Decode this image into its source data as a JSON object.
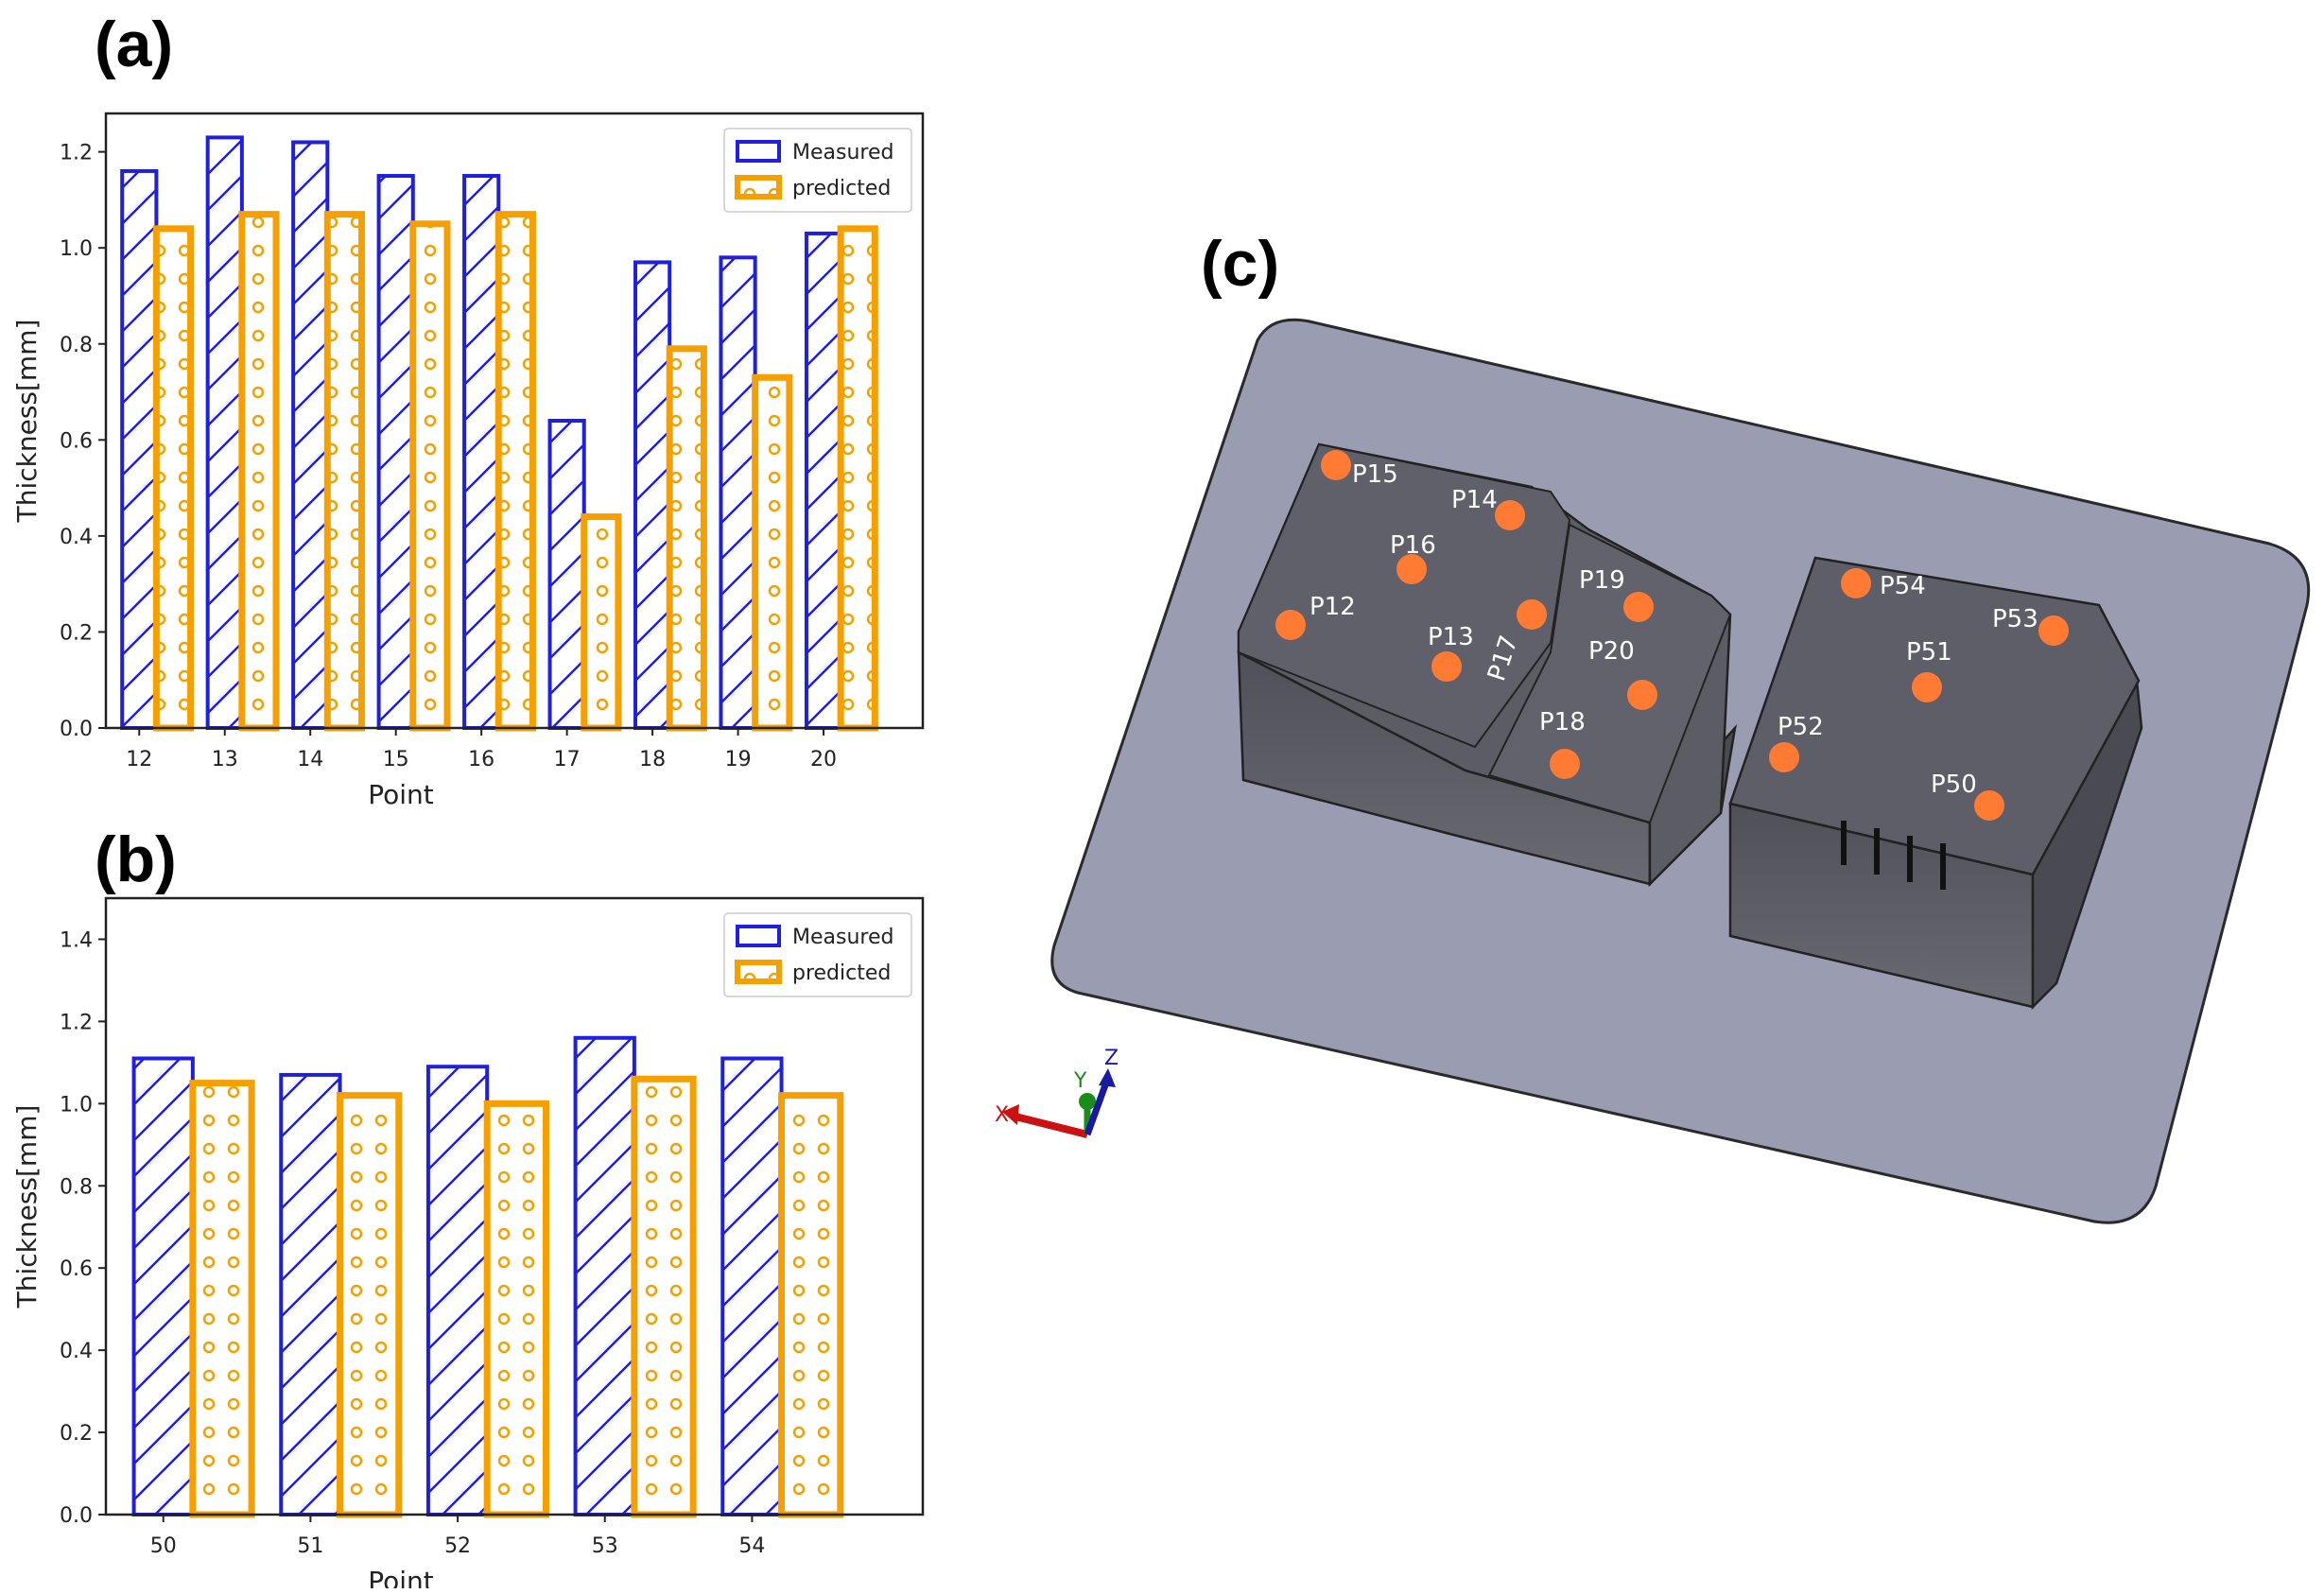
{
  "panels": {
    "a": "(a)",
    "b": "(b)",
    "c": "(c)"
  },
  "colors": {
    "measured": "#1f1fe0",
    "predicted": "#f5a000",
    "plate": "#9a9cb2",
    "box": "#5a5a60",
    "point": "#ff7a33"
  },
  "chart_data": [
    {
      "type": "bar",
      "categories": [
        "12",
        "13",
        "14",
        "15",
        "16",
        "17",
        "18",
        "19",
        "20"
      ],
      "series": [
        {
          "name": "Measured",
          "values": [
            1.16,
            1.23,
            1.22,
            1.15,
            1.15,
            0.64,
            0.97,
            0.98,
            1.03
          ]
        },
        {
          "name": "predicted",
          "values": [
            1.04,
            1.07,
            1.07,
            1.05,
            1.07,
            0.44,
            0.79,
            0.73,
            1.04
          ]
        }
      ],
      "xlabel": "Point",
      "ylabel": "Thickness[mm]",
      "ylim": [
        0,
        1.28
      ],
      "yticks": [
        "0.0",
        "0.2",
        "0.4",
        "0.6",
        "0.8",
        "1.0",
        "1.2"
      ],
      "legend": "top-right",
      "grid": false
    },
    {
      "type": "bar",
      "categories": [
        "50",
        "51",
        "52",
        "53",
        "54"
      ],
      "series": [
        {
          "name": "Measured",
          "values": [
            1.11,
            1.07,
            1.09,
            1.16,
            1.11
          ]
        },
        {
          "name": "predicted",
          "values": [
            1.05,
            1.02,
            1.0,
            1.06,
            1.02
          ]
        }
      ],
      "xlabel": "Point",
      "ylabel": "Thickness[mm]",
      "ylim": [
        0,
        1.5
      ],
      "yticks": [
        "0.0",
        "0.2",
        "0.4",
        "0.6",
        "0.8",
        "1.0",
        "1.2",
        "1.4"
      ],
      "legend": "top-right",
      "grid": false
    }
  ],
  "model": {
    "points": [
      "P15",
      "P14",
      "P16",
      "P12",
      "P13",
      "P17",
      "P19",
      "P20",
      "P18",
      "P54",
      "P53",
      "P51",
      "P52",
      "P50"
    ],
    "axes": [
      "X",
      "Y",
      "Z"
    ]
  }
}
